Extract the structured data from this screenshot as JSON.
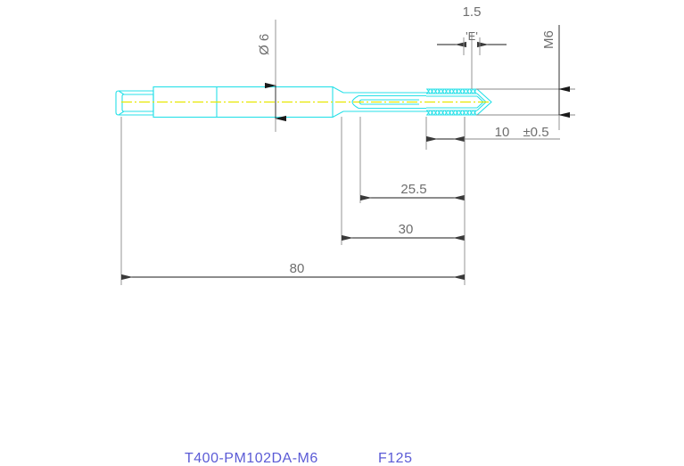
{
  "drawing": {
    "type": "cad-technical-drawing",
    "subject": "machine tap",
    "background_color": "#ffffff",
    "part_outline_color": "#27e0e8",
    "centerline_color": "#e8e800",
    "dimension_color": "#6e6e6e",
    "title_color": "#5b5bd6"
  },
  "dimensions": {
    "diameter_shank": "Ø 6",
    "thread_lead_detail": "1.5",
    "detail_tag": "'E'",
    "thread_spec": "M6",
    "thread_length": "10",
    "thread_length_tolerance": "±0.5",
    "to_thread_start": "25.5",
    "neck_length": "30",
    "overall_length": "80"
  },
  "title_block": {
    "part_number": "T400-PM102DA-M6",
    "code": "F125"
  },
  "chart_data": {
    "type": "table",
    "title": "T400-PM102DA-M6",
    "categories": [
      "Ø 6",
      "1.5",
      "M6",
      "10 ±0.5",
      "25.5",
      "30",
      "80"
    ],
    "values": [
      6,
      1.5,
      6,
      10,
      25.5,
      30,
      80
    ]
  }
}
